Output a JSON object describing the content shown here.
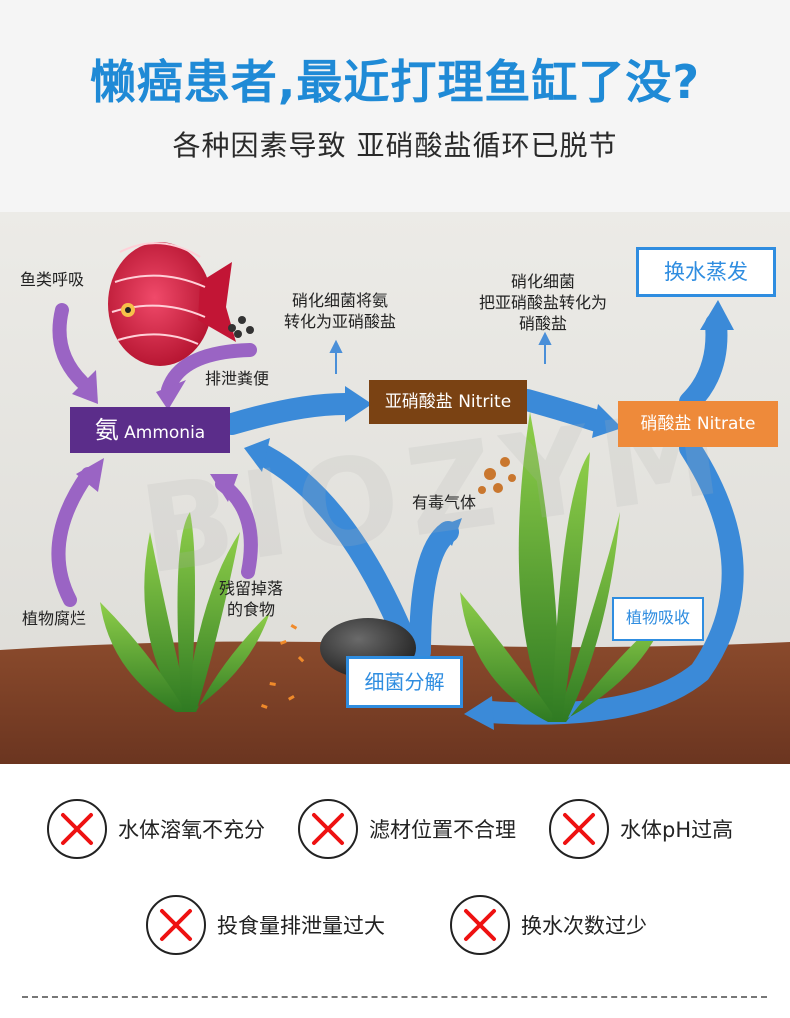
{
  "header": {
    "title": "懒癌患者,最近打理鱼缸了没?",
    "subtitle": "各种因素导致 亚硝酸盐循环已脱节"
  },
  "diagram": {
    "watermark": "BIOZYM",
    "labels": {
      "fish_breath": "鱼类呼吸",
      "excretion": "排泄粪便",
      "nitrify_1_line1": "硝化细菌将氨",
      "nitrify_1_line2": "转化为亚硝酸盐",
      "nitrify_2_line1": "硝化细菌",
      "nitrify_2_line2": "把亚硝酸盐转化为",
      "nitrify_2_line3": "硝酸盐",
      "toxic_gas": "有毒气体",
      "leftover_line1": "残留掉落",
      "leftover_line2": "的食物",
      "plant_rot": "植物腐烂"
    },
    "boxes": {
      "ammonia_cn": "氨",
      "ammonia_en": "Ammonia",
      "nitrite": "亚硝酸盐 Nitrite",
      "nitrate": "硝酸盐  Nitrate",
      "water_change": "换水蒸发",
      "plant_absorb": "植物吸收",
      "bacteria": "细菌分解"
    },
    "colors": {
      "ammonia": "#5b2d8a",
      "nitrite": "#7a4213",
      "nitrate": "#ee8a3a",
      "flow_arrow": "#3b8ad8",
      "purple_arrow": "#9a64c4",
      "soil": "#7a3e24"
    }
  },
  "problems": [
    {
      "icon": "red-x-icon",
      "text": "水体溶氧不充分"
    },
    {
      "icon": "red-x-icon",
      "text": "滤材位置不合理"
    },
    {
      "icon": "red-x-icon",
      "text": "水体pH过高"
    },
    {
      "icon": "red-x-icon",
      "text": "投食量排泄量过大"
    },
    {
      "icon": "red-x-icon",
      "text": "换水次数过少"
    }
  ]
}
